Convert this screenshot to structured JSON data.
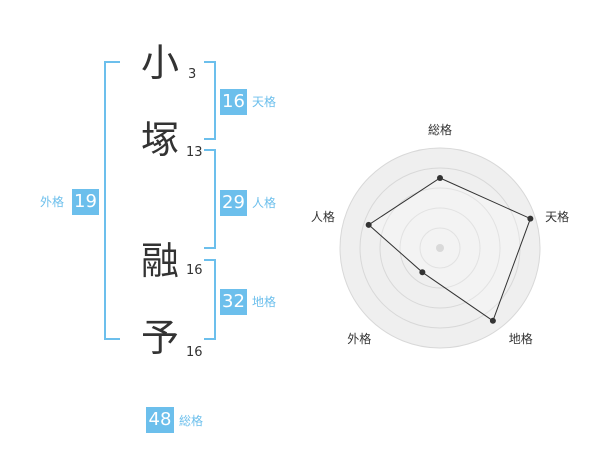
{
  "name": {
    "chars": [
      {
        "char": "小",
        "strokes": "3"
      },
      {
        "char": "塚",
        "strokes": "13"
      },
      {
        "char": "融",
        "strokes": "16"
      },
      {
        "char": "予",
        "strokes": "16"
      }
    ]
  },
  "fortunes": {
    "tenkaku": {
      "label": "天格",
      "value": "16"
    },
    "jinkaku": {
      "label": "人格",
      "value": "29"
    },
    "chikaku": {
      "label": "地格",
      "value": "32"
    },
    "gaikaku": {
      "label": "外格",
      "value": "19"
    },
    "soukaku": {
      "label": "総格",
      "value": "48"
    }
  },
  "chart_data": {
    "type": "radar",
    "axes": [
      "総格",
      "天格",
      "地格",
      "外格",
      "人格"
    ],
    "values": [
      0.7,
      0.95,
      0.9,
      0.3,
      0.75
    ],
    "range": [
      0,
      1
    ],
    "rings": 5,
    "colors": {
      "accent": "#6cbfec",
      "fill": "#efefef",
      "line": "#333333"
    }
  }
}
